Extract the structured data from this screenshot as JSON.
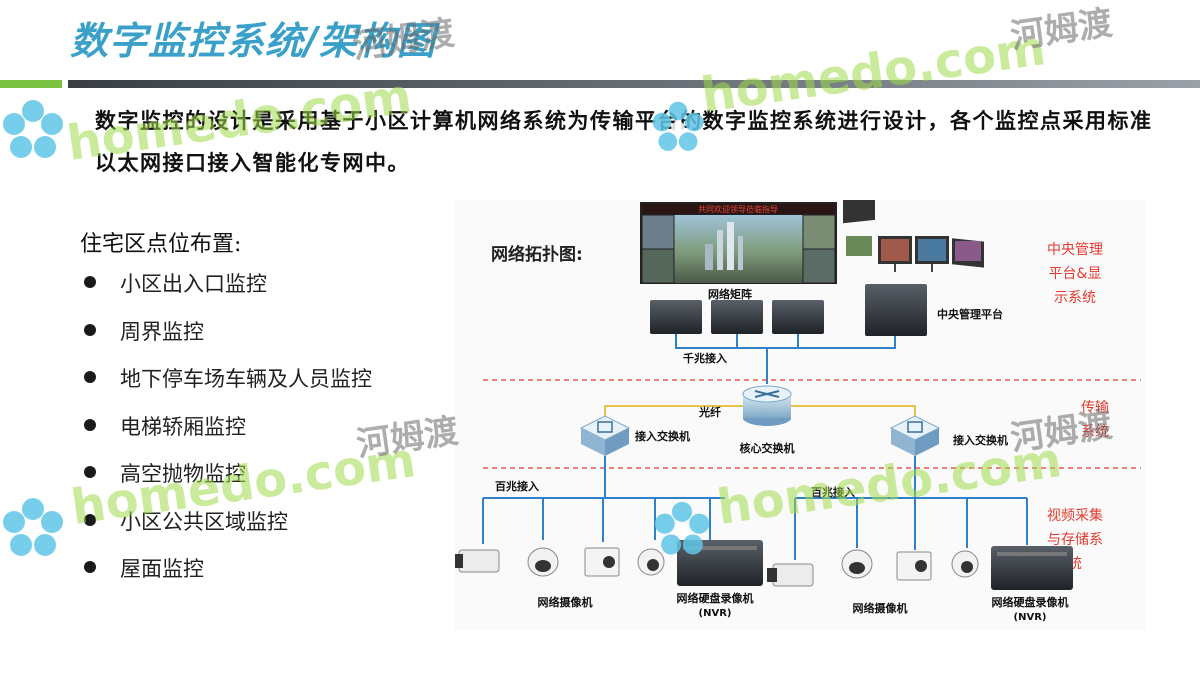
{
  "title": "数字监控系统/架构图",
  "intro_text": "数字监控的设计是采用基于小区计算机网络系统为传输平台的数字监控系统进行设计，各个监控点采用标准以太网接口接入智能化专网中。",
  "list": {
    "heading": "住宅区点位布置:",
    "items": [
      "小区出入口监控",
      "周界监控",
      "地下停车场车辆及人员监控",
      "电梯轿厢监控",
      "高空抛物监控",
      "小区公共区域监控",
      "屋面监控"
    ]
  },
  "diagram": {
    "heading": "网络拓扑图:",
    "screen_banner": "共同欢迎领导莅临指导",
    "matrix_label": "网络矩阵",
    "central_label": "中央管理平台",
    "gigabit_label": "千兆接入",
    "fiber_label": "光纤",
    "core_switch_label": "核心交换机",
    "access_switch_label": "接入交换机",
    "fast_ethernet_label": "百兆接入",
    "camera_label": "网络摄像机",
    "nvr_label": "网络硬盘录像机",
    "nvr_sub_label": "(NVR)",
    "section_top": "中央管理平台&显示系统",
    "section_mid": "传输系统",
    "section_bottom": "视频采集与存储系统"
  },
  "watermark": {
    "latin": "homedo.com",
    "cjk": "河姆渡"
  },
  "colors": {
    "title": "#3aa0c9",
    "accent_green": "#7cc242",
    "section_red": "#e23b2e",
    "line_blue": "#2f7fc9",
    "fiber_yellow": "#e8c34a"
  }
}
